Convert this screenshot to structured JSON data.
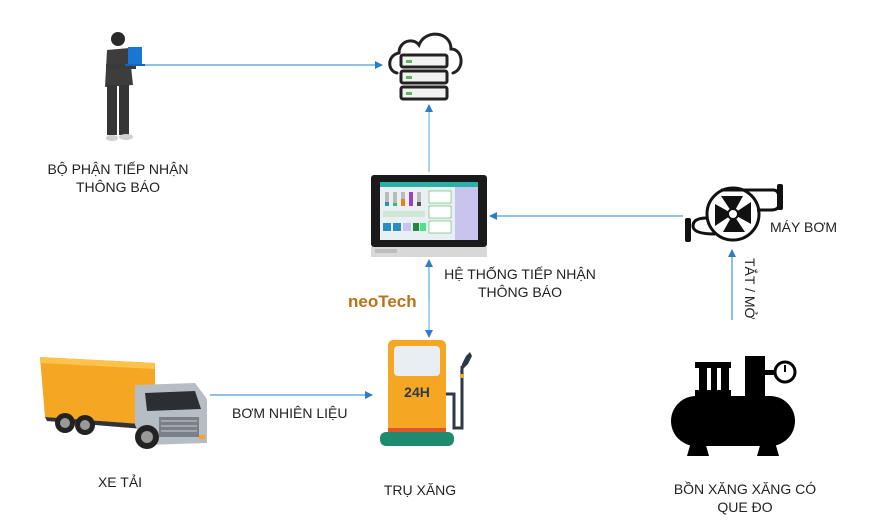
{
  "nodes": {
    "operator": {
      "label_line1": "BỘ PHẬN TIẾP NHẬN",
      "label_line2": "THÔNG BÁO",
      "icon": "person-with-laptop-icon"
    },
    "cloud_server": {
      "icon": "cloud-server-icon"
    },
    "hmi": {
      "label_line1": "HỆ THỐNG TIẾP NHẬN",
      "label_line2": "THÔNG BÁO",
      "icon": "hmi-touch-panel-icon"
    },
    "pump": {
      "label": "MÁY BƠM",
      "icon": "pump-icon"
    },
    "truck": {
      "label": "XE TẢI",
      "icon": "truck-icon"
    },
    "fuel_dispenser": {
      "label": "TRỤ XĂNG",
      "badge": "24H",
      "icon": "fuel-dispenser-icon"
    },
    "tank": {
      "label_line1": "BỒN XĂNG XĂNG CÓ",
      "label_line2": "QUE ĐO",
      "icon": "tank-icon"
    }
  },
  "brand": "neoTech",
  "edges": [
    {
      "from": "operator",
      "to": "cloud_server",
      "label": ""
    },
    {
      "from": "hmi",
      "to": "cloud_server",
      "label": ""
    },
    {
      "from": "pump",
      "to": "hmi",
      "label": ""
    },
    {
      "from": "hmi",
      "to": "fuel_dispenser",
      "label": "",
      "bidirectional": true
    },
    {
      "from": "truck",
      "to": "fuel_dispenser",
      "label": "BƠM NHIÊN LIỆU"
    },
    {
      "from": "tank",
      "to": "pump",
      "label": "TẮT / MỞ"
    }
  ],
  "colors": {
    "arrow": "#2a7fc8",
    "brand": "#b8741a",
    "dispenser_body": "#f5a623",
    "dispenser_base": "#1e8a6e"
  }
}
